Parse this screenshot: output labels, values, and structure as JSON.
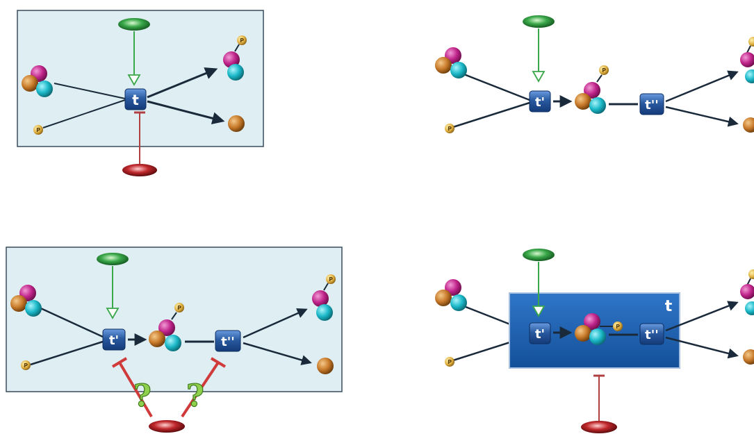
{
  "panels": [
    {
      "id": "panel-a",
      "boxes": [
        {
          "label": "t"
        }
      ]
    },
    {
      "id": "panel-b",
      "boxes": [
        {
          "label": "t'"
        },
        {
          "label": "t''"
        }
      ]
    },
    {
      "id": "panel-c",
      "boxes": [
        {
          "label": "t'"
        },
        {
          "label": "t''"
        }
      ],
      "question_marks": [
        "?",
        "?"
      ]
    },
    {
      "id": "panel-d",
      "boxes": [
        {
          "label": "t'"
        },
        {
          "label": "t''"
        }
      ],
      "enclosing_label": "t"
    }
  ],
  "phospho_label": "P",
  "colors": {
    "panel_bg": "#deeef2",
    "panel_border": "#3a4a5a",
    "enclosure_blue": "#1e5fb0",
    "box_blue": "#2a5aa0",
    "activator_green": "#3aa84a",
    "inhibitor_red": "#c0282c",
    "magenta": "#c0248a",
    "cyan": "#1ab8c8",
    "orange": "#c87a2a",
    "arrow_dark": "#1a2a3a"
  },
  "icons": [
    "activator-ellipse-icon",
    "inhibitor-ellipse-icon",
    "phosphate-icon",
    "protein-ball-icon"
  ]
}
